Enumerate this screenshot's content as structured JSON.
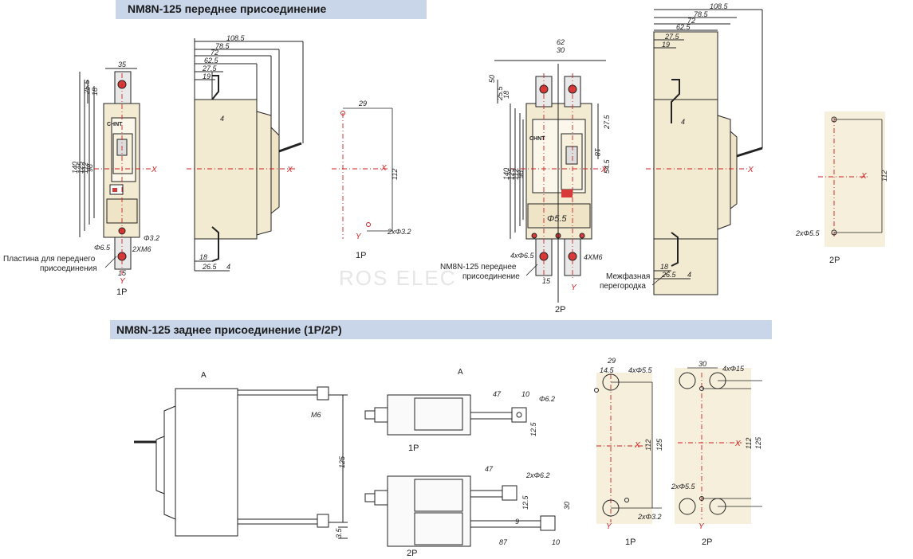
{
  "sections": {
    "front_title": "NM8N-125 переднее присоединение",
    "rear_title": "NM8N-125 заднее присоединение (1P/2P)"
  },
  "captions": {
    "front_1p": "1P",
    "front_1p_hole": "1P",
    "front_2p": "2P",
    "front_2p_hole": "2P",
    "rear_1p_view": "1P",
    "rear_2p_view": "2P",
    "rear_1p_hole": "1P",
    "rear_2p_hole": "2P",
    "view_a1": "A",
    "view_a2": "A"
  },
  "labels": {
    "plate_line1": "Пластина для переднего",
    "plate_line2": "присоединения",
    "front_conn_line1": "NM8N-125 переднее",
    "front_conn_line2": "присоединение",
    "partition_line1": "Межфазная",
    "partition_line2": "перегородка",
    "brand": "CHNT",
    "watermark": "ROS ELEC"
  },
  "dimensions": {
    "d35": "35",
    "d25_5": "25.5",
    "d18": "18",
    "d140": "140",
    "d125": "125",
    "d112": "112",
    "d98": "98",
    "phi6_5": "Φ6.5",
    "phi3_2": "Φ3.2",
    "m6_2x": "2XM6",
    "d15": "15",
    "d108_5": "108.5",
    "d78_5": "78.5",
    "d72": "72",
    "d62_5": "62.5",
    "d27_5": "27.5",
    "d19": "19",
    "d4": "4",
    "d26_5": "26.5",
    "d29": "29",
    "phi3_2_2x": "2xΦ3.2",
    "d62": "62",
    "d30": "30",
    "d50": "50",
    "d54_5": "54.5",
    "d15_r": "15",
    "phi5_5": "Φ5.5",
    "phi6_5_4x": "4xΦ6.5",
    "m6_4x": "4XM6",
    "phi5_5_2x": "2xΦ5.5",
    "m6": "M6",
    "d3_5": "3.5",
    "d47": "47",
    "d10": "10",
    "phi6_2": "Φ6.2",
    "d12_5": "12.5",
    "phi6_2_2x": "2xΦ6.2",
    "d9": "9",
    "d87": "87",
    "d14_5": "14.5",
    "phi5_5_4x": "4xΦ5.5",
    "phi15_4x": "4xΦ15",
    "axis_x": "X",
    "axis_y": "Y"
  },
  "colors": {
    "band": "#c9d6ea",
    "beige": "#f3ead2",
    "axis_red": "#d02020",
    "terminal_red": "#d83a3a",
    "line": "#222222"
  }
}
